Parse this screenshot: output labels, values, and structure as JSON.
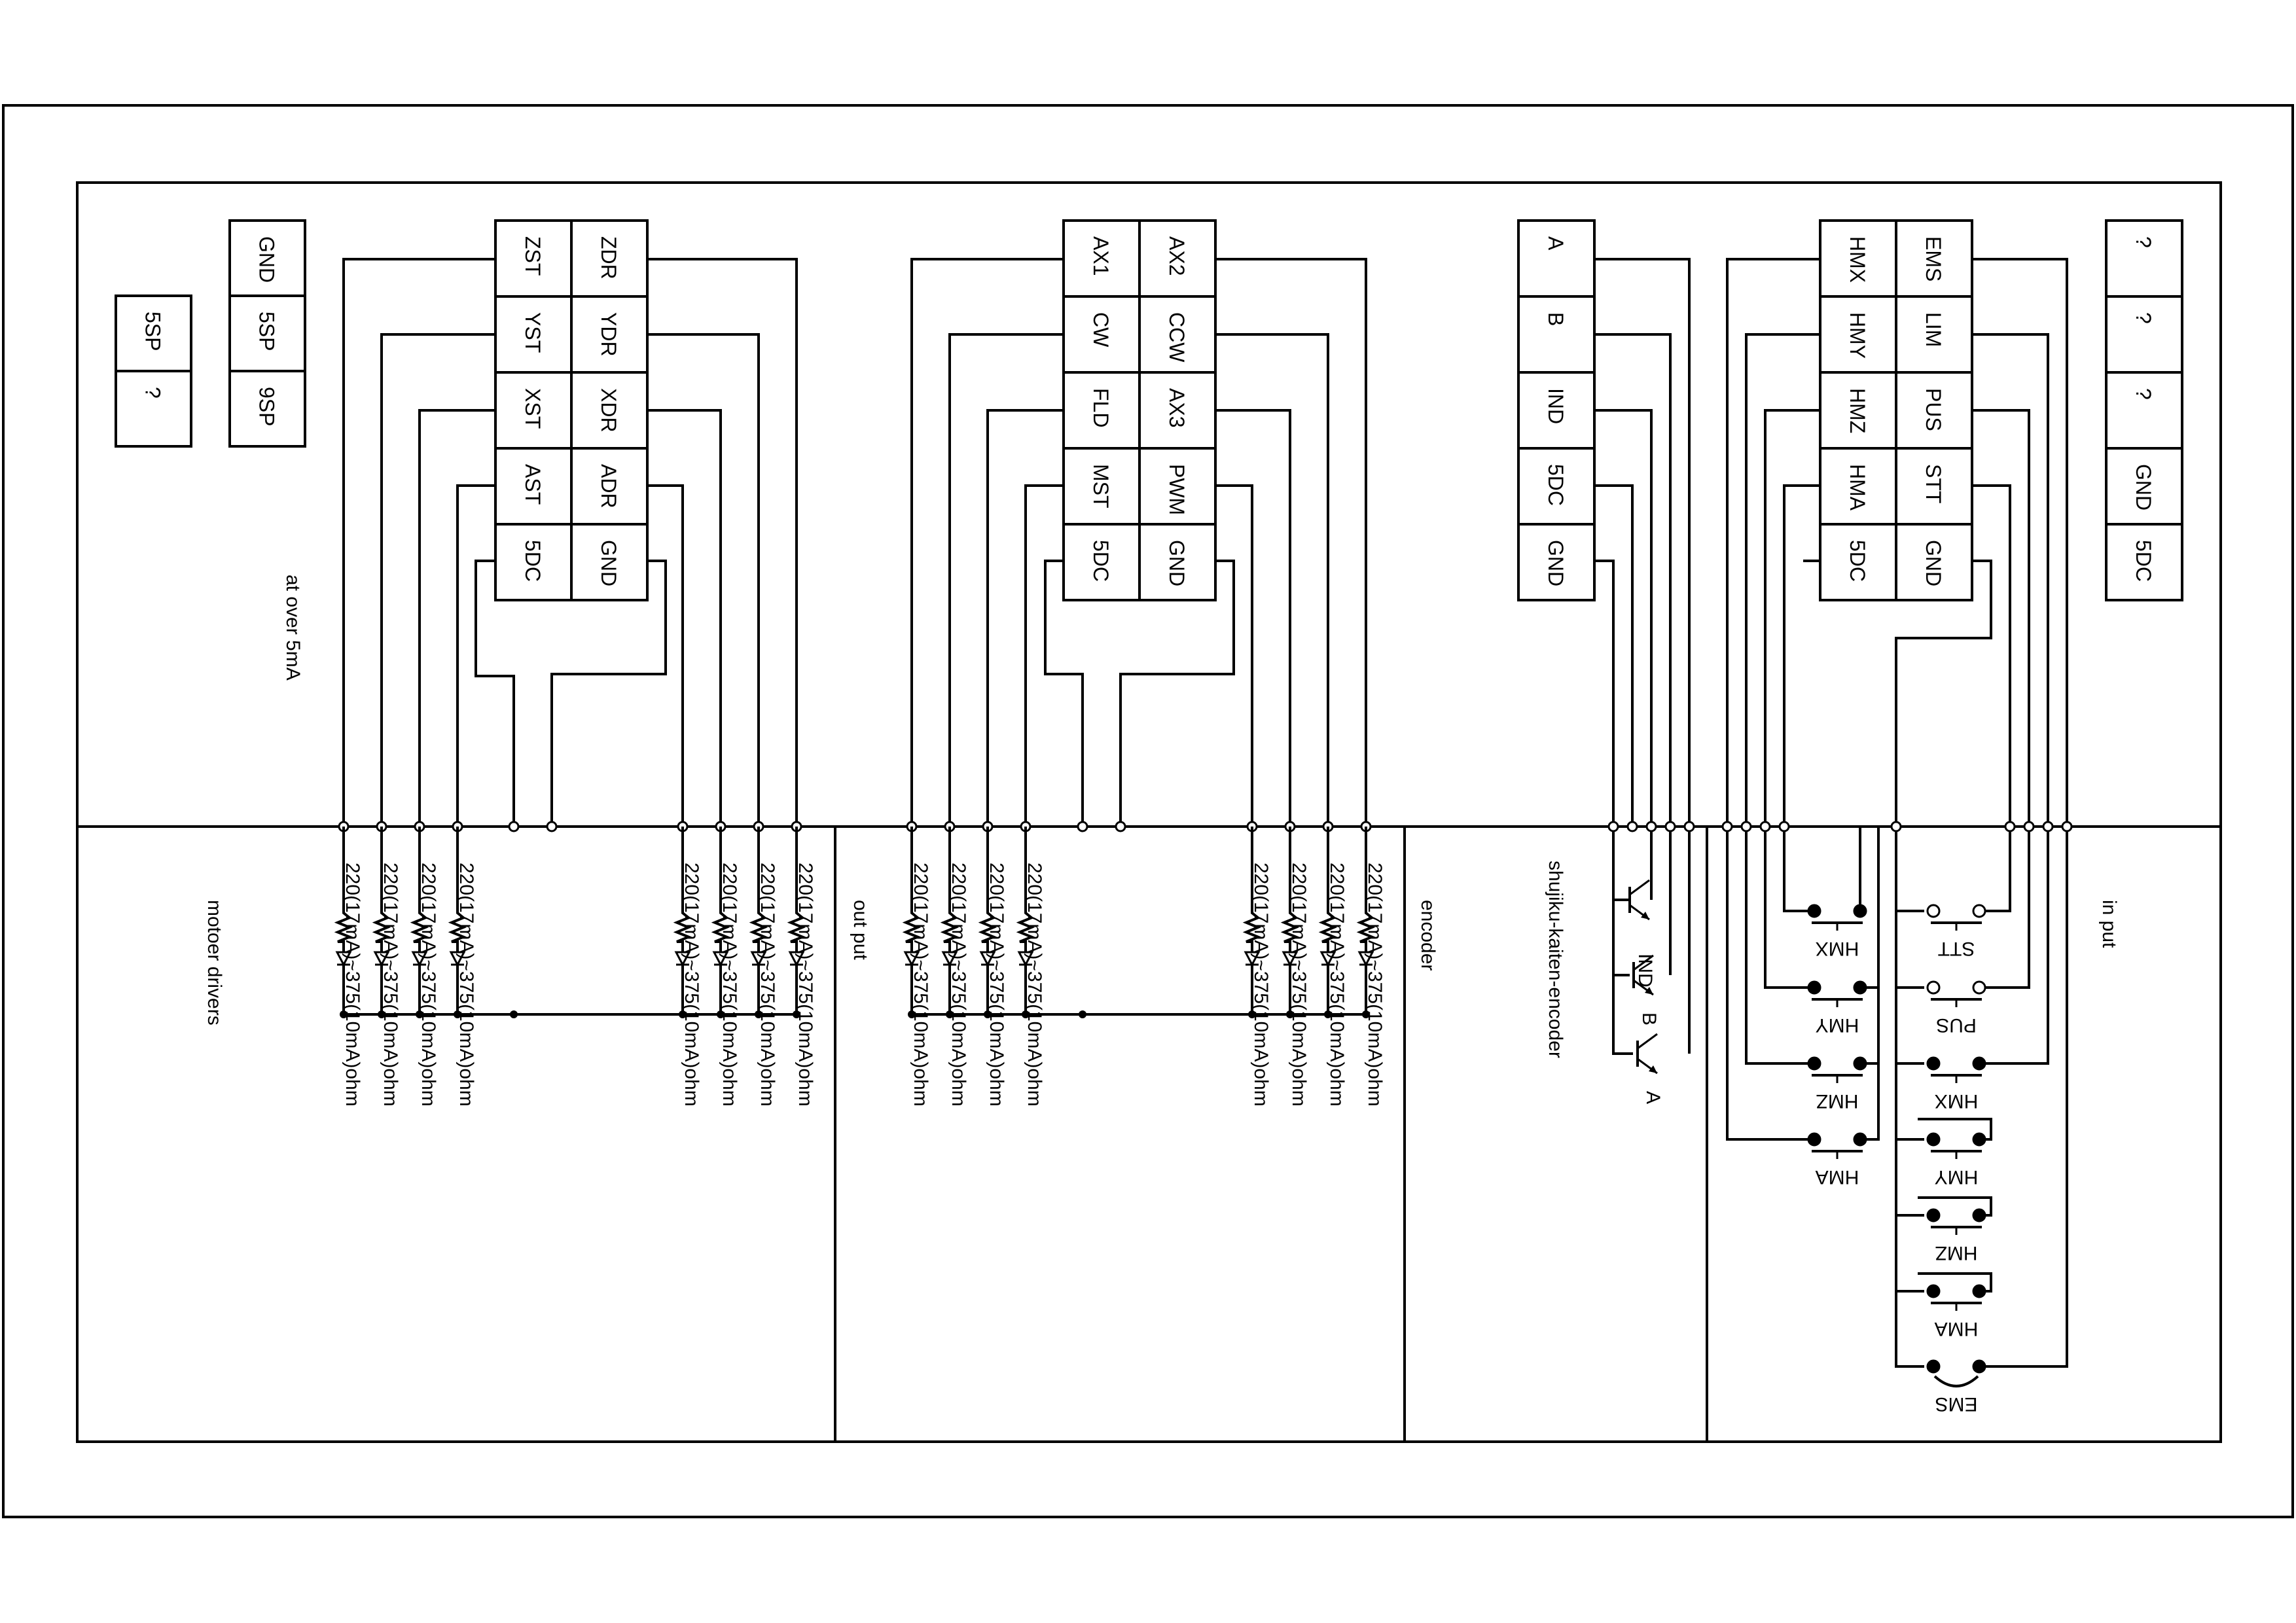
{
  "sections": {
    "drivers": "motoer drivers",
    "output": "out put",
    "encoder": "encoder",
    "input": "in put"
  },
  "notes": {
    "current": "at over 5mA",
    "encoder_name": "shujiku-kaiten-encoder"
  },
  "power_block": {
    "col1": [
      "GND",
      "5SP",
      "9SP"
    ],
    "col2": [
      "5SP",
      "?"
    ]
  },
  "motor_connector": {
    "left": [
      "ZST",
      "YST",
      "XST",
      "AST",
      "5DC"
    ],
    "right": [
      "ZDR",
      "YDR",
      "XDR",
      "ADR",
      "GND"
    ]
  },
  "output_connector": {
    "left": [
      "AX1",
      "CW",
      "FLD",
      "MST",
      "5DC"
    ],
    "right": [
      "AX2",
      "CCW",
      "AX3",
      "PWM",
      "GND"
    ]
  },
  "encoder_connector": [
    "A",
    "B",
    "IND",
    "5DC",
    "GND"
  ],
  "input_connector": {
    "left": [
      "HMX",
      "HMY",
      "HMZ",
      "HMA",
      "5DC"
    ],
    "right": [
      "EMS",
      "LIM",
      "PUS",
      "STT",
      "GND"
    ]
  },
  "extra_connector": [
    "?",
    "?",
    "?",
    "GND",
    "5DC"
  ],
  "resistor_label": "220(17mA)~375(10mA)ohm",
  "encoder_transistors": [
    "IND",
    "B",
    "A"
  ],
  "switches_left": [
    "HMX",
    "HMY",
    "HMZ",
    "HMA"
  ],
  "switches_right": [
    "STT",
    "PUS",
    "HMX",
    "HMY",
    "HMZ",
    "HMA",
    "EMS"
  ]
}
